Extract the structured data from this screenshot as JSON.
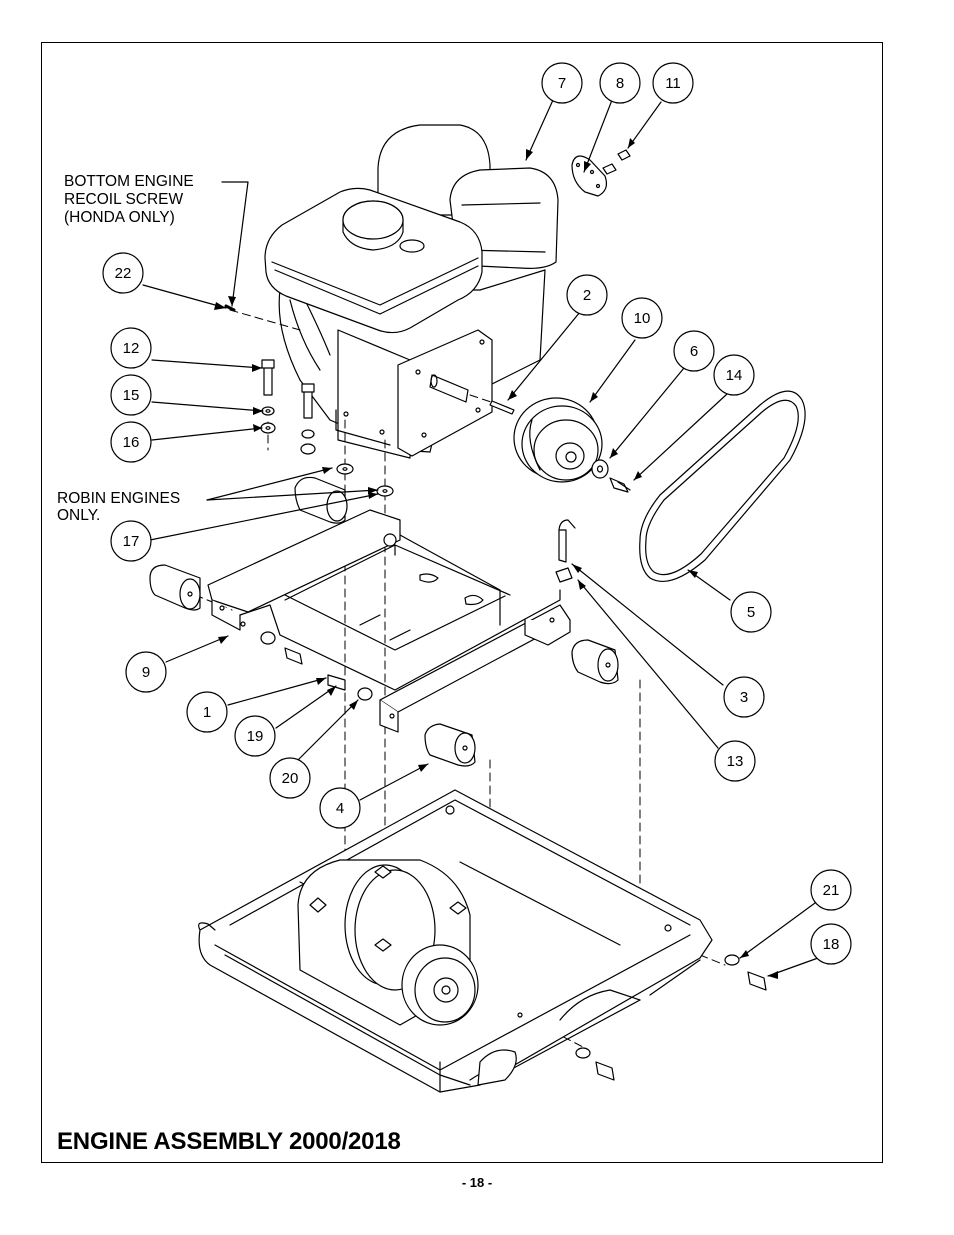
{
  "title": "ENGINE ASSEMBLY 2000/2018",
  "page_number": "- 18 -",
  "notes": {
    "recoil": [
      "BOTTOM ENGINE",
      "RECOIL SCREW",
      "(HONDA ONLY)"
    ],
    "robin": [
      "ROBIN ENGINES",
      "ONLY."
    ]
  },
  "callouts": [
    "7",
    "8",
    "11",
    "22",
    "2",
    "10",
    "12",
    "6",
    "14",
    "15",
    "16",
    "17",
    "5",
    "9",
    "3",
    "1",
    "19",
    "13",
    "20",
    "4",
    "21",
    "18"
  ]
}
